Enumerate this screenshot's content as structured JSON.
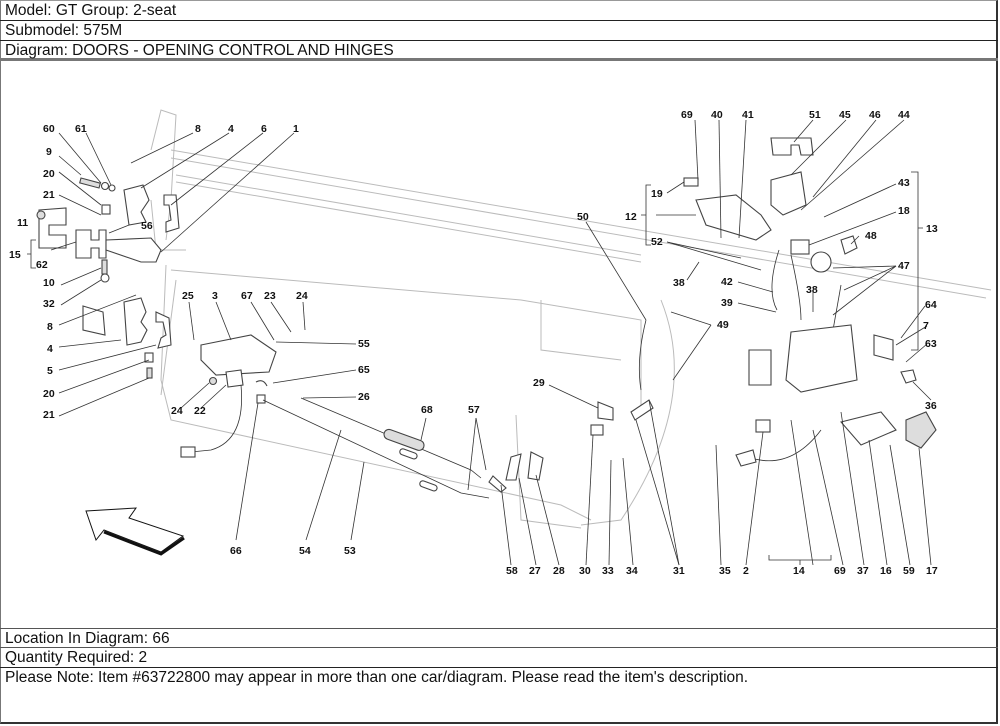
{
  "header": {
    "model": "Model: GT Group: 2-seat",
    "submodel": "Submodel: 575M",
    "diagram": "Diagram: DOORS - OPENING CONTROL AND HINGES"
  },
  "diagram": {
    "callouts": [
      "60",
      "61",
      "8",
      "4",
      "6",
      "1",
      "9",
      "20",
      "21",
      "11",
      "56",
      "15",
      "62",
      "10",
      "32",
      "8",
      "4",
      "5",
      "20",
      "21",
      "25",
      "3",
      "67",
      "23",
      "24",
      "55",
      "65",
      "26",
      "24",
      "22",
      "66",
      "54",
      "53",
      "68",
      "57",
      "58",
      "27",
      "28",
      "30",
      "33",
      "34",
      "31",
      "29",
      "50",
      "69",
      "40",
      "41",
      "51",
      "45",
      "46",
      "44",
      "19",
      "12",
      "52",
      "43",
      "18",
      "13",
      "48",
      "47",
      "38",
      "42",
      "38",
      "39",
      "49",
      "64",
      "7",
      "63",
      "36",
      "35",
      "2",
      "14",
      "69",
      "37",
      "16",
      "59",
      "17"
    ],
    "brackets": {
      "15": "15",
      "12": "12",
      "13": "13",
      "14": "14"
    },
    "direction_arrow": "arrow-icon"
  },
  "footer": {
    "location": "Location In Diagram: 66",
    "quantity": "Quantity Required: 2",
    "note": "Please Note: Item #63722800 may appear in more than one car/diagram. Please read the item's description."
  }
}
